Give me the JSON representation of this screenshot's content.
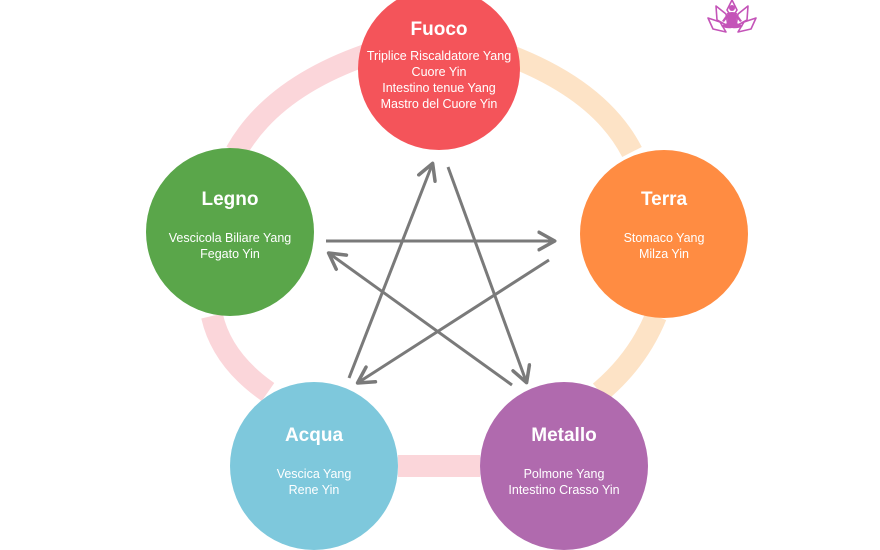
{
  "colors": {
    "fuoco": "#f4545a",
    "terra": "#ff8c42",
    "legno": "#5aa64a",
    "acqua": "#7ec8dc",
    "metallo": "#b06aae",
    "ring_pink": "#fbd6da",
    "ring_peach": "#fde3c6",
    "arrow": "#7a7a7a",
    "logo": "#c454b8"
  },
  "logo": {
    "icon": "meditation-lotus-icon"
  },
  "elements": {
    "fuoco": {
      "name": "Fuoco",
      "organs": [
        "Triplice Riscaldatore Yang",
        "Cuore Yin",
        "Intestino tenue Yang",
        "Mastro del Cuore Yin"
      ]
    },
    "terra": {
      "name": "Terra",
      "organs": [
        "Stomaco Yang",
        "Milza Yin"
      ]
    },
    "legno": {
      "name": "Legno",
      "organs": [
        "Vescicola Biliare Yang",
        "Fegato Yin"
      ]
    },
    "acqua": {
      "name": "Acqua",
      "organs": [
        "Vescica Yang",
        "Rene Yin"
      ]
    },
    "metallo": {
      "name": "Metallo",
      "organs": [
        "Polmone Yang",
        "Intestino Crasso Yin"
      ]
    }
  }
}
